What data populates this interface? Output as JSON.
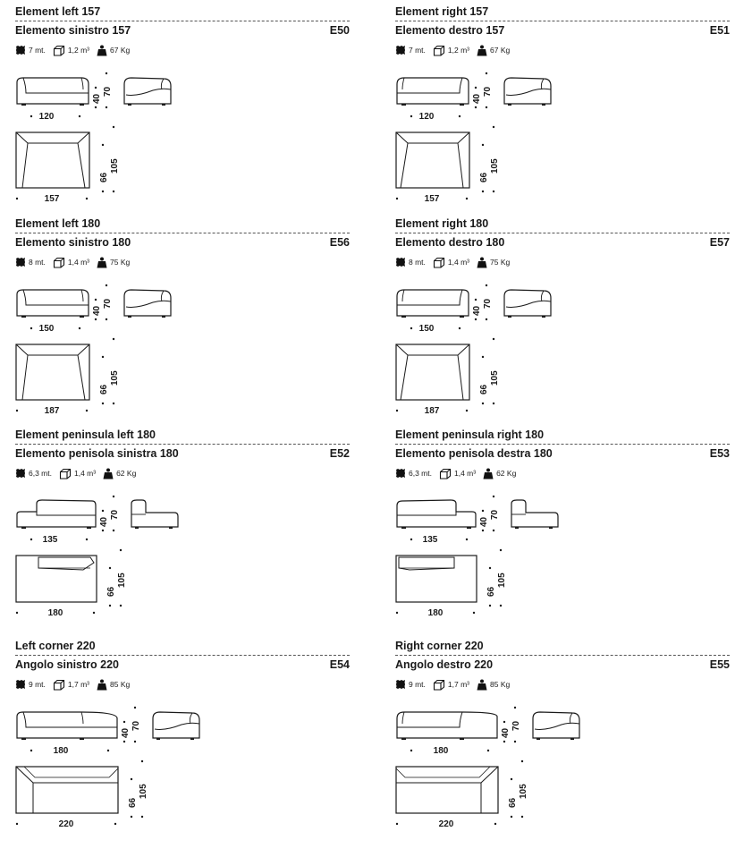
{
  "cards": [
    {
      "en": "Element left 157",
      "it": "Elemento sinistro 157",
      "code": "E50",
      "fabric": "7 mt.",
      "volume": "1,2 m³",
      "weight": "67 Kg",
      "width_front": "120",
      "width_top": "157",
      "seat_h": "40",
      "h": "70",
      "seat_d": "66",
      "d": "105",
      "variant": "left"
    },
    {
      "en": "Element right 157",
      "it": "Elemento destro 157",
      "code": "E51",
      "fabric": "7 mt.",
      "volume": "1,2 m³",
      "weight": "67 Kg",
      "width_front": "120",
      "width_top": "157",
      "seat_h": "40",
      "h": "70",
      "seat_d": "66",
      "d": "105",
      "variant": "right"
    },
    {
      "en": "Element left 180",
      "it": "Elemento sinistro 180",
      "code": "E56",
      "fabric": "8 mt.",
      "volume": "1,4 m³",
      "weight": "75 Kg",
      "width_front": "150",
      "width_top": "187",
      "seat_h": "40",
      "h": "70",
      "seat_d": "66",
      "d": "105",
      "variant": "left"
    },
    {
      "en": "Element right 180",
      "it": "Elemento destro 180",
      "code": "E57",
      "fabric": "8 mt.",
      "volume": "1,4 m³",
      "weight": "75 Kg",
      "width_front": "150",
      "width_top": "187",
      "seat_h": "40",
      "h": "70",
      "seat_d": "66",
      "d": "105",
      "variant": "right"
    },
    {
      "en": "Element peninsula left 180",
      "it": "Elemento penisola sinistra 180",
      "code": "E52",
      "fabric": "6,3 mt.",
      "volume": "1,4 m³",
      "weight": "62 Kg",
      "width_front": "135",
      "width_top": "180",
      "seat_h": "40",
      "h": "70",
      "seat_d": "66",
      "d": "105",
      "variant": "pen-left"
    },
    {
      "en": "Element peninsula right 180",
      "it": "Elemento penisola destra 180",
      "code": "E53",
      "fabric": "6,3 mt.",
      "volume": "1,4 m³",
      "weight": "62 Kg",
      "width_front": "135",
      "width_top": "180",
      "seat_h": "40",
      "h": "70",
      "seat_d": "66",
      "d": "105",
      "variant": "pen-right"
    },
    {
      "en": "Left corner 220",
      "it": "Angolo sinistro 220",
      "code": "E54",
      "fabric": "9 mt.",
      "volume": "1,7 m³",
      "weight": "85 Kg",
      "width_front": "180",
      "width_top": "220",
      "seat_h": "40",
      "h": "70",
      "seat_d": "66",
      "d": "105",
      "variant": "corner-left"
    },
    {
      "en": "Right corner 220",
      "it": "Angolo destro 220",
      "code": "E55",
      "fabric": "9 mt.",
      "volume": "1,7 m³",
      "weight": "85 Kg",
      "width_front": "180",
      "width_top": "220",
      "seat_h": "40",
      "h": "70",
      "seat_d": "66",
      "d": "105",
      "variant": "corner-right"
    }
  ]
}
